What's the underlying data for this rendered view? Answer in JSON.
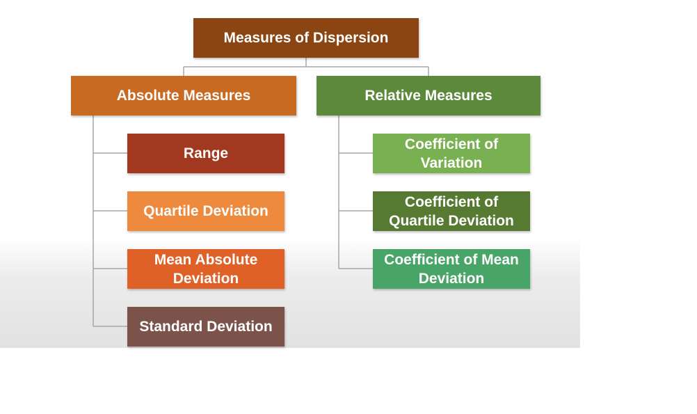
{
  "root": {
    "label": "Measures of Dispersion",
    "color": "#8b4513"
  },
  "absolute": {
    "label": "Absolute Measures",
    "color": "#c96a23",
    "items": [
      {
        "label": "Range",
        "color": "#a2381f"
      },
      {
        "label": "Quartile Deviation",
        "color": "#ed8a3e"
      },
      {
        "label": "Mean Absolute Deviation",
        "color": "#e06128"
      },
      {
        "label": "Standard Deviation",
        "color": "#7b534b"
      }
    ]
  },
  "relative": {
    "label": "Relative Measures",
    "color": "#5c8a3a",
    "items": [
      {
        "label": "Coefficient of Variation",
        "color": "#79b052"
      },
      {
        "label": "Coefficient of Quartile Deviation",
        "color": "#567a32"
      },
      {
        "label": "Coefficient of Mean Deviation",
        "color": "#49a468"
      }
    ]
  },
  "connector_color": "#a6a6a6"
}
